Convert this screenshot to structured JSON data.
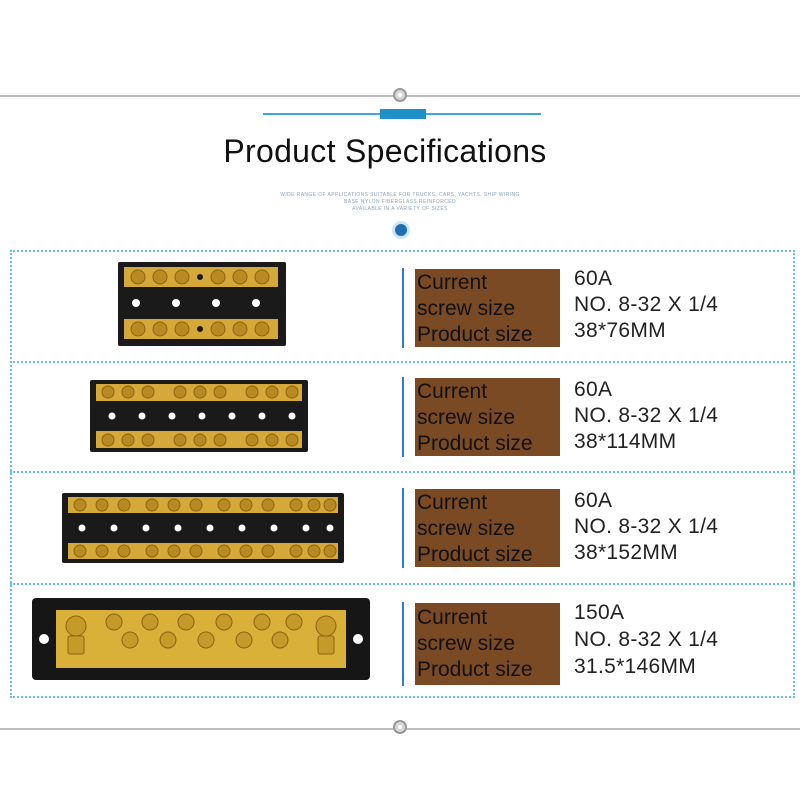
{
  "header": {
    "title": "Product Specifications",
    "fine_print": [
      "WIDE RANGE OF APPLICATIONS SUITABLE FOR TRUCKS, CARS, YACHTS, SHIP WIRING",
      "BASE NYLON FIBERGLASS REINFORCED",
      "AVAILABLE IN A VARIETY OF SIZES"
    ]
  },
  "rows": [
    {
      "labels": [
        "Current",
        "screw size",
        "Product size"
      ],
      "values": [
        "60A",
        "NO. 8-32 X 1/4",
        "38*76MM"
      ]
    },
    {
      "labels": [
        "Current",
        "screw size",
        "Product size"
      ],
      "values": [
        "60A",
        "NO. 8-32 X 1/4",
        "38*114MM"
      ]
    },
    {
      "labels": [
        "Current",
        "screw size",
        "Product size"
      ],
      "values": [
        "60A",
        "NO. 8-32 X 1/4",
        "38*152MM"
      ]
    },
    {
      "labels": [
        "Current",
        "screw size",
        "Product size"
      ],
      "values": [
        "150A",
        "NO. 8-32 X 1/4",
        "31.5*146MM"
      ]
    }
  ],
  "colors": {
    "accent": "#1e90c8",
    "label_bg": "#7a4a25",
    "dotted": "#5fc3d9",
    "brass": "#d4a93a",
    "block": "#1a1a1a"
  }
}
